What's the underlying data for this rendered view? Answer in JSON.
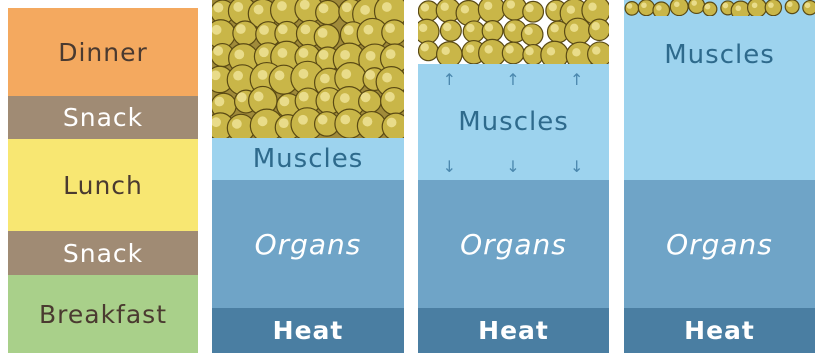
{
  "meals": [
    {
      "label": "Dinner",
      "color": "#f4a95f"
    },
    {
      "label": "Snack",
      "color": "#a08b74"
    },
    {
      "label": "Lunch",
      "color": "#f8e772"
    },
    {
      "label": "Snack",
      "color": "#a08b74"
    },
    {
      "label": "Breakfast",
      "color": "#a9d08a"
    }
  ],
  "stacks": [
    {
      "muscles": "Muscles",
      "organs": "Organs",
      "heat": "Heat"
    },
    {
      "muscles": "Muscles",
      "organs": "Organs",
      "heat": "Heat"
    },
    {
      "muscles": "Muscles",
      "organs": "Organs",
      "heat": "Heat"
    }
  ],
  "colors": {
    "muscles": "#9dd3ee",
    "organs": "#6fa4c7",
    "heat": "#4a7ea2",
    "fat": "#c9b648"
  }
}
